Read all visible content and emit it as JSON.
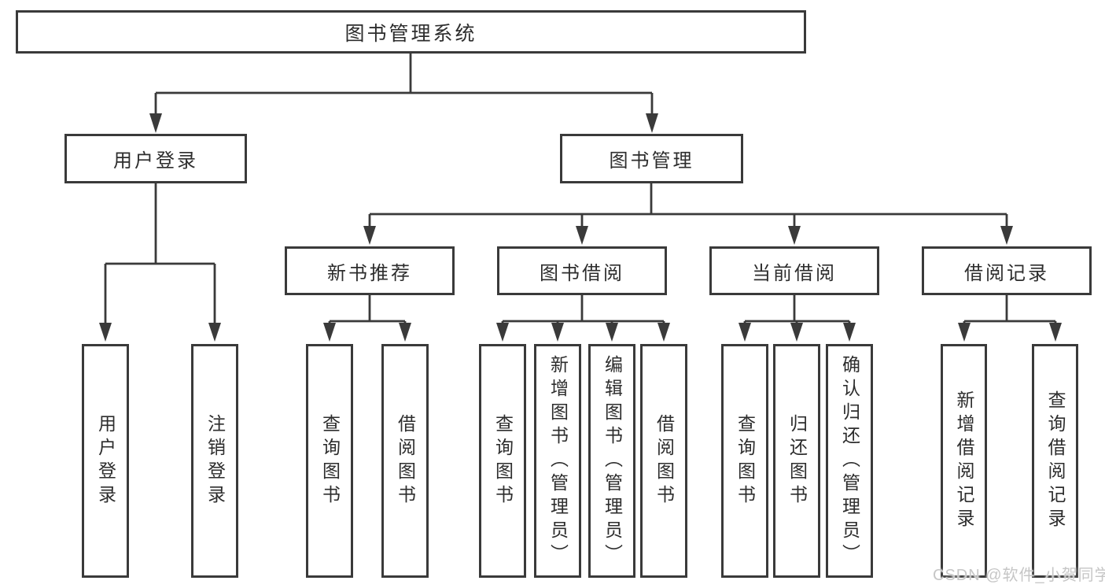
{
  "diagram_type": "hierarchy-tree",
  "tree": {
    "label": "图书管理系统",
    "children": [
      {
        "label": "用户登录",
        "children": [
          {
            "label": "用户登录"
          },
          {
            "label": "注销登录"
          }
        ]
      },
      {
        "label": "图书管理",
        "children": [
          {
            "label": "新书推荐",
            "children": [
              {
                "label": "查询图书"
              },
              {
                "label": "借阅图书"
              }
            ]
          },
          {
            "label": "图书借阅",
            "children": [
              {
                "label": "查询图书"
              },
              {
                "label": "新增图书（管理员）"
              },
              {
                "label": "编辑图书（管理员）"
              },
              {
                "label": "借阅图书"
              }
            ]
          },
          {
            "label": "当前借阅",
            "children": [
              {
                "label": "查询图书"
              },
              {
                "label": "归还图书"
              },
              {
                "label": "确认归还（管理员）"
              }
            ]
          },
          {
            "label": "借阅记录",
            "children": [
              {
                "label": "新增借阅记录"
              },
              {
                "label": "查询借阅记录"
              }
            ]
          }
        ]
      }
    ]
  },
  "watermark": {
    "text": "CSDN @软件_小贺同学"
  },
  "colors": {
    "line": "#3a3a3a",
    "text": "#2d2d2d",
    "background": "#ffffff",
    "watermark": "#c6c6c6"
  }
}
